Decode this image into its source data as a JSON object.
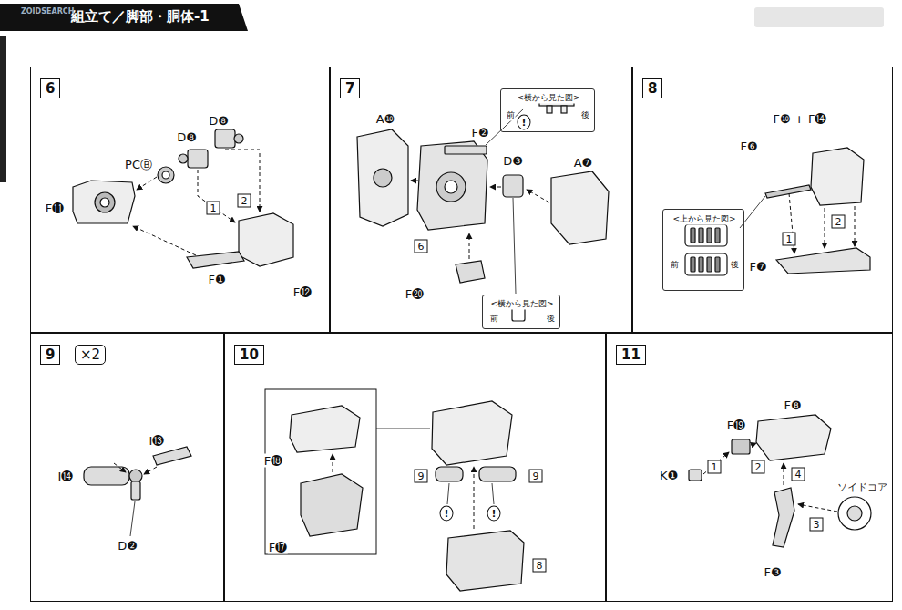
{
  "diagram": {
    "title": "組立て／脚部・胴体-1",
    "nodes": [
      {
        "text": [
          "6"
        ]
      },
      {
        "text": [
          "7"
        ]
      },
      {
        "text": [
          "<横から見た図>",
          "前",
          "後"
        ],
        "in": 1
      },
      {
        "text": [
          "<横から見た図>",
          "前",
          "後"
        ],
        "in": 1
      },
      {
        "text": [
          "8"
        ]
      },
      {
        "text": [
          "<上から見た図>",
          "前",
          "後"
        ],
        "in": 4
      },
      {
        "text": [
          "9",
          "×2"
        ]
      },
      {
        "text": [
          "10"
        ]
      },
      {
        "text": [
          "11"
        ]
      }
    ],
    "labels": [
      "ZOIDSEARCH",
      "D❽",
      "D❽",
      "PCⒷ",
      "F⓫",
      "1",
      "2",
      "F❶",
      "F⓬",
      "A❿",
      "F❷",
      "!",
      "D❸",
      "A❼",
      "6",
      "F⓴",
      "F❿ + F⓮",
      "F❻",
      "1",
      "F❼",
      "2",
      "I⓭",
      "I⓮",
      "D❷",
      "F⓲",
      "F⓱",
      "9",
      "9",
      "!",
      "!",
      "8",
      "F⓳",
      "F❽",
      "K❶",
      "1",
      "2",
      "4",
      "3",
      "ソイドコア",
      "F❸"
    ]
  }
}
